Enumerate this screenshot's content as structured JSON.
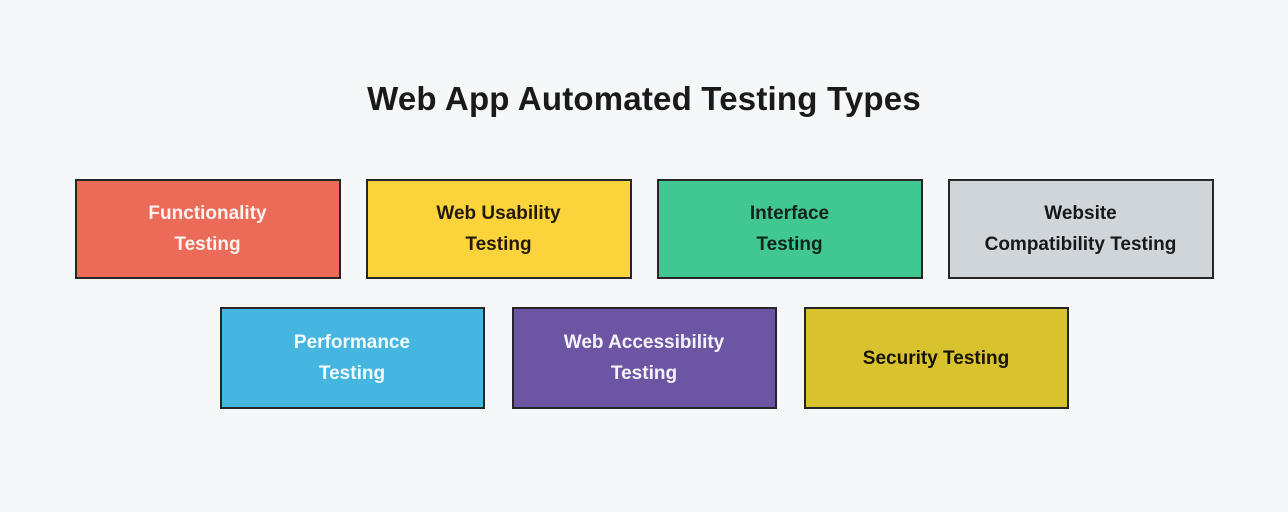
{
  "title": "Web App Automated Testing Types",
  "colors": {
    "background": "#F6F7F9",
    "box_border": "#262626",
    "title_text": "#1A1A1A"
  },
  "rows": [
    {
      "boxes": [
        {
          "id": "functionality-testing",
          "label": "Functionality Testing",
          "lines": [
            "Functionality",
            "Testing"
          ],
          "bg": "#EC6A58",
          "text_color": "#FBF3F0"
        },
        {
          "id": "web-usability-testing",
          "label": "Web Usability Testing",
          "lines": [
            "Web Usability",
            "Testing"
          ],
          "bg": "#FBD43C",
          "text_color": "#231A0D"
        },
        {
          "id": "interface-testing",
          "label": "Interface Testing",
          "lines": [
            "Interface",
            "Testing"
          ],
          "bg": "#41C892",
          "text_color": "#10241B"
        },
        {
          "id": "website-compatibility-testing",
          "label": "Website Compatibility Testing",
          "lines": [
            "Website",
            "Compatibility Testing"
          ],
          "bg": "#D0D5DA",
          "text_color": "#16181A"
        }
      ]
    },
    {
      "boxes": [
        {
          "id": "performance-testing",
          "label": "Performance Testing",
          "lines": [
            "Performance",
            "Testing"
          ],
          "bg": "#45B6E0",
          "text_color": "#F2FAFD"
        },
        {
          "id": "web-accessibility-testing",
          "label": "Web Accessibility Testing",
          "lines": [
            "Web Accessibility",
            "Testing"
          ],
          "bg": "#6C55A3",
          "text_color": "#F5F3FA"
        },
        {
          "id": "security-testing",
          "label": "Security Testing",
          "lines": [
            "Security Testing"
          ],
          "bg": "#D8C32F",
          "text_color": "#171307"
        }
      ]
    }
  ]
}
